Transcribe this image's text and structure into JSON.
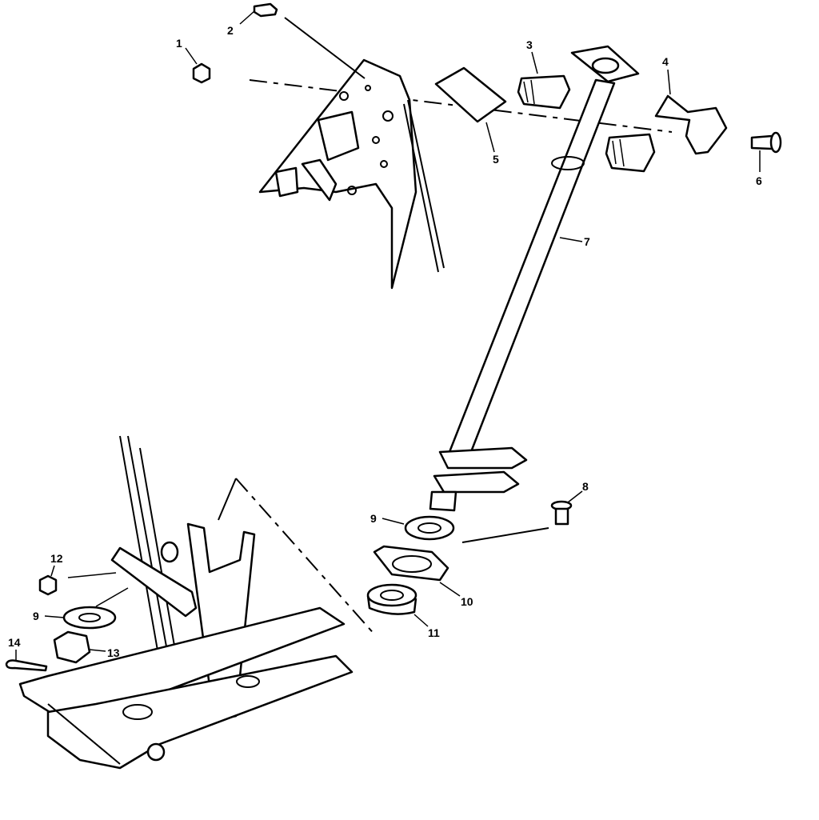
{
  "diagram": {
    "callouts": [
      {
        "id": "c1",
        "label": "1"
      },
      {
        "id": "c2",
        "label": "2"
      },
      {
        "id": "c3",
        "label": "3"
      },
      {
        "id": "c4",
        "label": "4"
      },
      {
        "id": "c5",
        "label": "5"
      },
      {
        "id": "c6",
        "label": "6"
      },
      {
        "id": "c7",
        "label": "7"
      },
      {
        "id": "c8",
        "label": "8"
      },
      {
        "id": "c9a",
        "label": "9"
      },
      {
        "id": "c10",
        "label": "10"
      },
      {
        "id": "c11",
        "label": "11"
      },
      {
        "id": "c12",
        "label": "12"
      },
      {
        "id": "c9b",
        "label": "9"
      },
      {
        "id": "c13",
        "label": "13"
      },
      {
        "id": "c14",
        "label": "14"
      }
    ]
  }
}
